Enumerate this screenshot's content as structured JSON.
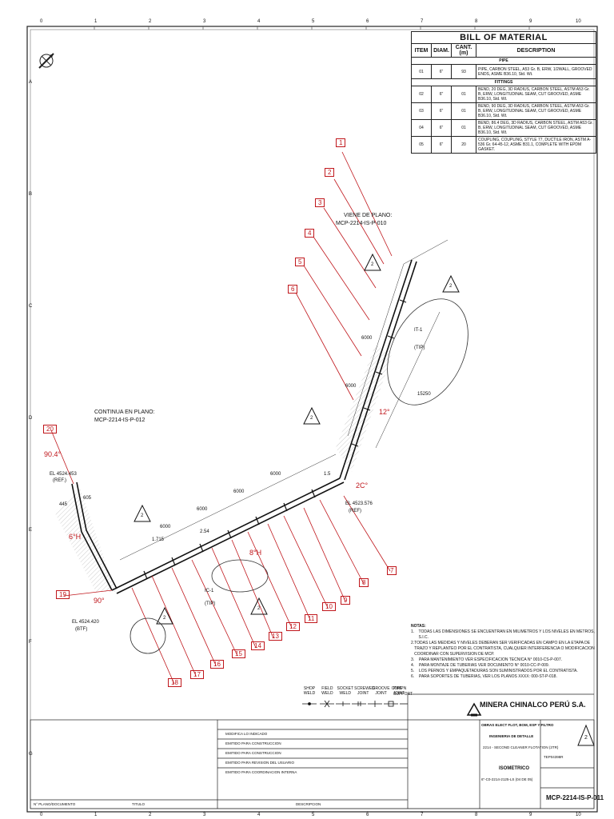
{
  "bom": {
    "title": "BILL OF MATERIAL",
    "headers": [
      "ITEM",
      "DIAM.",
      "CANT.(m)",
      "DESCRIPTION"
    ],
    "pipe_section": "PIPE",
    "fittings_section": "FITTINGS",
    "rows": [
      {
        "item": "01",
        "diam": "6\"",
        "qty": "93",
        "desc": "PIPE, CARBON STEEL, A53 Gr. B, ERW, 1/2WALL, GROOVED ENDS, ASME B36.10, Std. Wt."
      },
      {
        "item": "02",
        "diam": "6\"",
        "qty": "01",
        "desc": "BEND, 20 DEG, 3D RADIUS, CARBON STEEL, ASTM A53 Gr. B, ERW, LONGITUDINAL SEAM, CUT GROOVED, ASME B36.10, Std. Wt."
      },
      {
        "item": "03",
        "diam": "6\"",
        "qty": "01",
        "desc": "BEND, 90 DEG, 3D RADIUS, CARBON STEEL, ASTM A53 Gr. B, ERW, LONGITUDINAL SEAM, CUT GROOVED, ASME B36.10, Std. Wt."
      },
      {
        "item": "04",
        "diam": "6\"",
        "qty": "01",
        "desc": "BEND, 86.4 DEG, 3D RADIUS, CARBON STEEL, ASTM A53 Gr. B, ERW, LONGITUDINAL SEAM, CUT GROOVED, ASME B36.10, Std. Wt."
      },
      {
        "item": "05",
        "diam": "6\"",
        "qty": "20",
        "desc": "COUPLING, COUPLING, STYLE 77, DUCTILE IRON, ASTM A-536 Gr. 64-45-12, ASME B31.1, COMPLETE WITH EPDM GASKET."
      }
    ]
  },
  "drawing": {
    "label_viene": "VIENE DE PLANO:",
    "label_viene_ref": "MCP-2214-IS-P-010",
    "label_continua": "CONTINUA EN PLANO:",
    "label_continua_ref": "MCP-2214-IS-P-012",
    "el_top": "EL 4524.453",
    "el_top_tag": "(REF.)",
    "el_bottom": "EL 4524.420",
    "el_bottom_tag": "(BTF)",
    "el_right": "EL 4523.576",
    "el_right_tag": "(REF)",
    "angle_top": "90.4°",
    "angle_bottom": "90°",
    "angle_right": "2C°",
    "angle_mid": "12°",
    "bend_label_left": "6°H",
    "bend_label_mid": "8°H",
    "tp_label": "IC-1",
    "tp_sub": "(TIP)",
    "tp2_label": "IT-1",
    "tp2_sub": "(TIP)",
    "dim_1": "6000",
    "dim_2": "1.5",
    "dim_3": "15250",
    "dim_4": "2.54",
    "dim_5": "1.715",
    "dim_6": "445",
    "dim_7": "605",
    "revision_tag": "2",
    "callouts": [
      "1",
      "2",
      "3",
      "4",
      "5",
      "6",
      "7",
      "8",
      "9",
      "10",
      "11",
      "12",
      "13",
      "14",
      "15",
      "16",
      "17",
      "18",
      "19",
      "20"
    ]
  },
  "notes": {
    "title": "NOTAS:",
    "items": [
      "TODAS LAS DIMENSIONES SE ENCUENTRAN EN MILIMETROS Y LOS NIVELES EN METROS, S.I.C.",
      "TODAS LAS MEDIDAS Y NIVELES DEBERAN SER VERIFICADAS EN CAMPO EN LA ETAPA DE TRAZO Y REPLANTEO POR EL CONTRATISTA, CUALQUIER INTERFERENCIA O MODIFICACION COORDINAR CON SUPERVISION DE MCP.",
      "PARA MANTENIMIENTO VER ESPECIFICACION TECNICA N° 0010-CS-P-007.",
      "PARA MONTAJE DE TUBERIAS VER DOCUMENTO N° 0010-CC-P-009.",
      "LOS PERNOS Y EMPAQUETADURAS SON SUMINISTRADOS POR EL CONTRATISTA.",
      "PARA SOPORTES DE TUBERIAS, VER LOS PLANOS XXXX: 000-ST-P-018."
    ]
  },
  "legend": {
    "labels": [
      "SHOP WELD",
      "FIELD WELD",
      "SOCKET WELD",
      "SCREWED JOINT",
      "GROOVE JOINT",
      "COMPN JOINT",
      "PIPE SUPPORT"
    ]
  },
  "titleblock": {
    "company": "MINERA CHINALCO PERÚ S.A.",
    "project": "OBRAS ELECT FLOT, BOM, ESP Y FILTRO",
    "stage": "INGENIERIA DE DETALLE",
    "area": "2214 - SECOND CLEANER FLOTATION (3TR)",
    "title": "ISOMETRICO",
    "subtitle": "6\"-C0-2214-2125-LS (04 DE 05)",
    "contract": "TEP04398R",
    "revision": "2",
    "drawing_no": "MCP-2214-IS-P-011",
    "col_no": "N° PLANO/DOCUMENTO",
    "col_title": "TITULO",
    "col_desc": "DESCRIPCION",
    "revisions": [
      "MODIFICA LO INDICADO",
      "EMITIDO PARA CONSTRUCCION",
      "EMITIDO PARA CONSTRUCCION",
      "EMITIDO PARA REVISION DEL USUARIO",
      "EMITIDO PARA COORDINACION INTERNA"
    ]
  },
  "grid": {
    "top": [
      "0",
      "1",
      "2",
      "3",
      "4",
      "5",
      "6",
      "7",
      "8",
      "9",
      "10"
    ],
    "side": [
      "A",
      "B",
      "C",
      "D",
      "E",
      "F",
      "G"
    ]
  }
}
